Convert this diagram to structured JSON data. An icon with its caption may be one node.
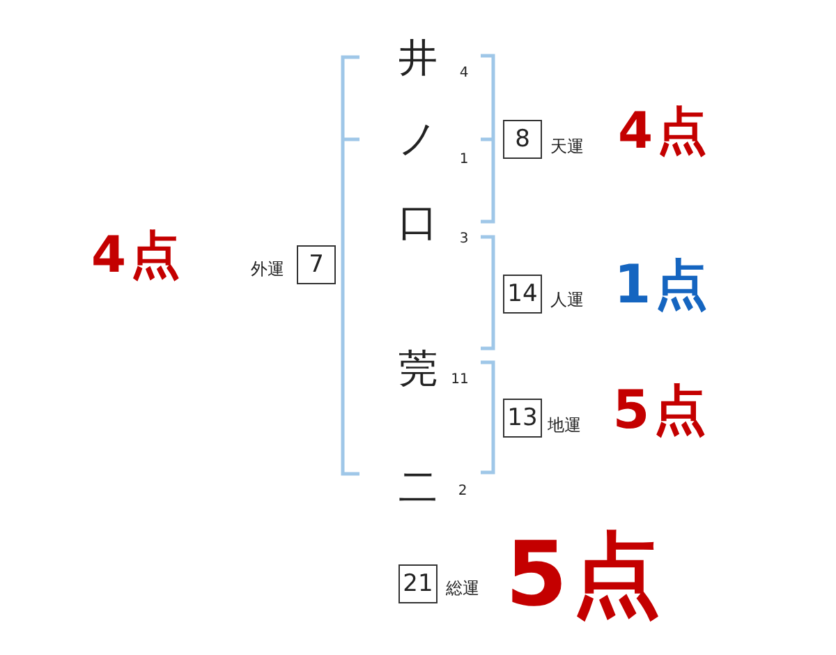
{
  "diagram": {
    "nodes": [
      {
        "text": [
          "8"
        ],
        "beside": [
          "天運",
          "4点"
        ]
      },
      {
        "text": [
          "7"
        ],
        "beside": [
          "外運",
          "4点"
        ]
      },
      {
        "text": [
          "14"
        ],
        "beside": [
          "人運",
          "1点"
        ]
      },
      {
        "text": [
          "13"
        ],
        "beside": [
          "地運",
          "5点"
        ]
      },
      {
        "text": [
          "21"
        ],
        "beside": [
          "総運",
          "5点"
        ]
      }
    ],
    "labels": [
      "井",
      "4",
      "ノ",
      "1",
      "口",
      "3",
      "莞",
      "11",
      "二",
      "2"
    ]
  }
}
